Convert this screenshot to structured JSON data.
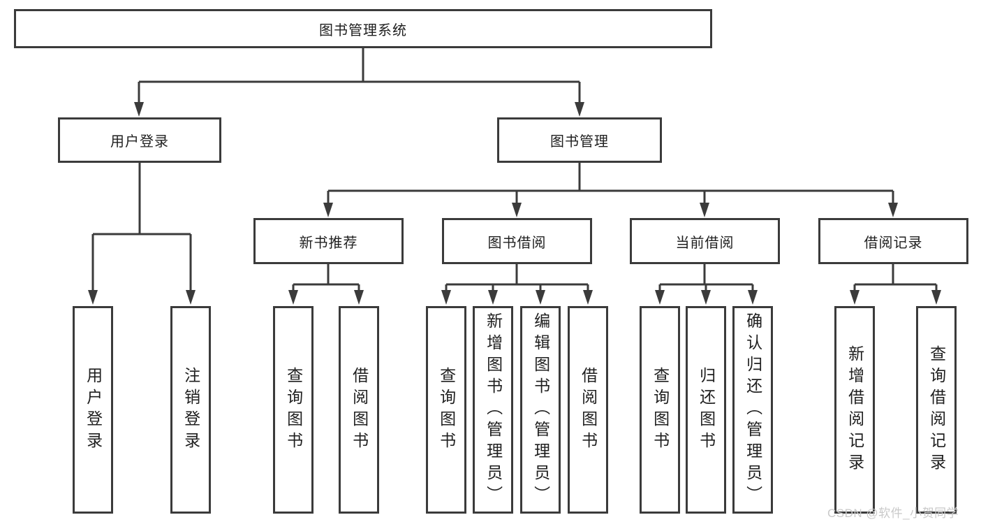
{
  "tree": {
    "root": {
      "label": "图书管理系统"
    },
    "children": [
      {
        "label": "用户登录",
        "children": [
          {
            "label": "用户登录"
          },
          {
            "label": "注销登录"
          }
        ]
      },
      {
        "label": "图书管理",
        "children": [
          {
            "label": "新书推荐",
            "children": [
              {
                "label": "查询图书"
              },
              {
                "label": "借阅图书"
              }
            ]
          },
          {
            "label": "图书借阅",
            "children": [
              {
                "label": "查询图书"
              },
              {
                "label": "新增图书（管理员）"
              },
              {
                "label": "编辑图书（管理员）"
              },
              {
                "label": "借阅图书"
              }
            ]
          },
          {
            "label": "当前借阅",
            "children": [
              {
                "label": "查询图书"
              },
              {
                "label": "归还图书"
              },
              {
                "label": "确认归还（管理员）"
              }
            ]
          },
          {
            "label": "借阅记录",
            "children": [
              {
                "label": "新增借阅记录"
              },
              {
                "label": "查询借阅记录"
              }
            ]
          }
        ]
      }
    ]
  },
  "watermark": "CSDN @软件_小贺同学",
  "colors": {
    "line": "#3b3b3b",
    "text": "#1f1f1f",
    "watermark": "#c9c9c9",
    "background": "#ffffff"
  }
}
